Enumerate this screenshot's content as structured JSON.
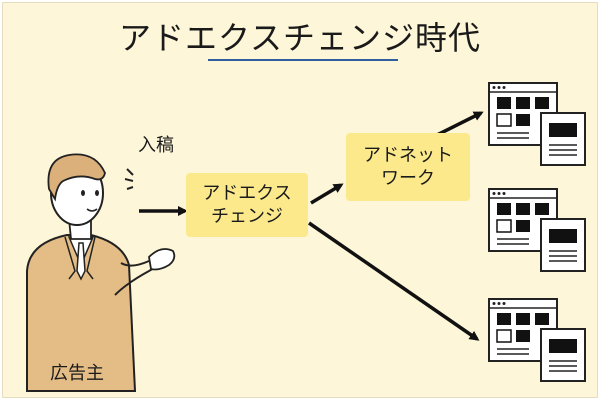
{
  "title": "アドエクスチェンジ時代",
  "labels": {
    "submission": "入稿",
    "advertiser": "広告主"
  },
  "nodes": {
    "ad_exchange": "アドエクス\nチェンジ",
    "ad_network": "アドネット\nワーク"
  },
  "icons": {
    "advertiser": "businessman-icon",
    "websites": "webpage-icon"
  },
  "colors": {
    "background": "#fdf6d8",
    "node_fill": "#fbe98b",
    "accent_underline": "#2f5f9e",
    "figure_suit": "#e4bd86",
    "figure_hair": "#dcb07a"
  }
}
